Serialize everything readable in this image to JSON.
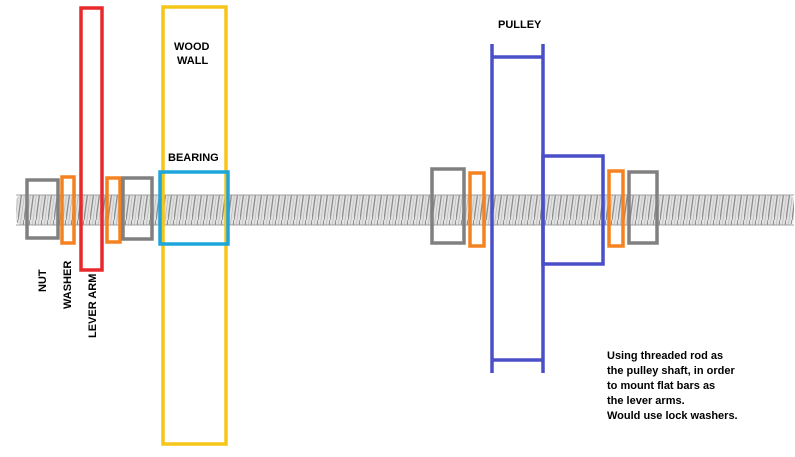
{
  "diagram": {
    "labels": {
      "wood_wall_line1": "WOOD",
      "wood_wall_line2": "WALL",
      "bearing": "BEARING",
      "pulley": "PULLEY",
      "nut": "NUT",
      "washer": "WASHER",
      "lever_arm": "LEVER ARM"
    },
    "note": {
      "line1": "Using threaded rod as",
      "line2": "the pulley shaft, in order",
      "line3": "to mount flat bars as",
      "line4": "the lever arms.",
      "line5": "Would use lock washers."
    },
    "colors": {
      "rod": "#8c8c8c",
      "rod_fill": "#dcdcdc",
      "nut": "#808080",
      "washer": "#f58220",
      "lever_arm": "#e8282b",
      "wood_wall": "#f5c518",
      "bearing": "#1ea5dc",
      "pulley": "#4a4fc8"
    }
  }
}
